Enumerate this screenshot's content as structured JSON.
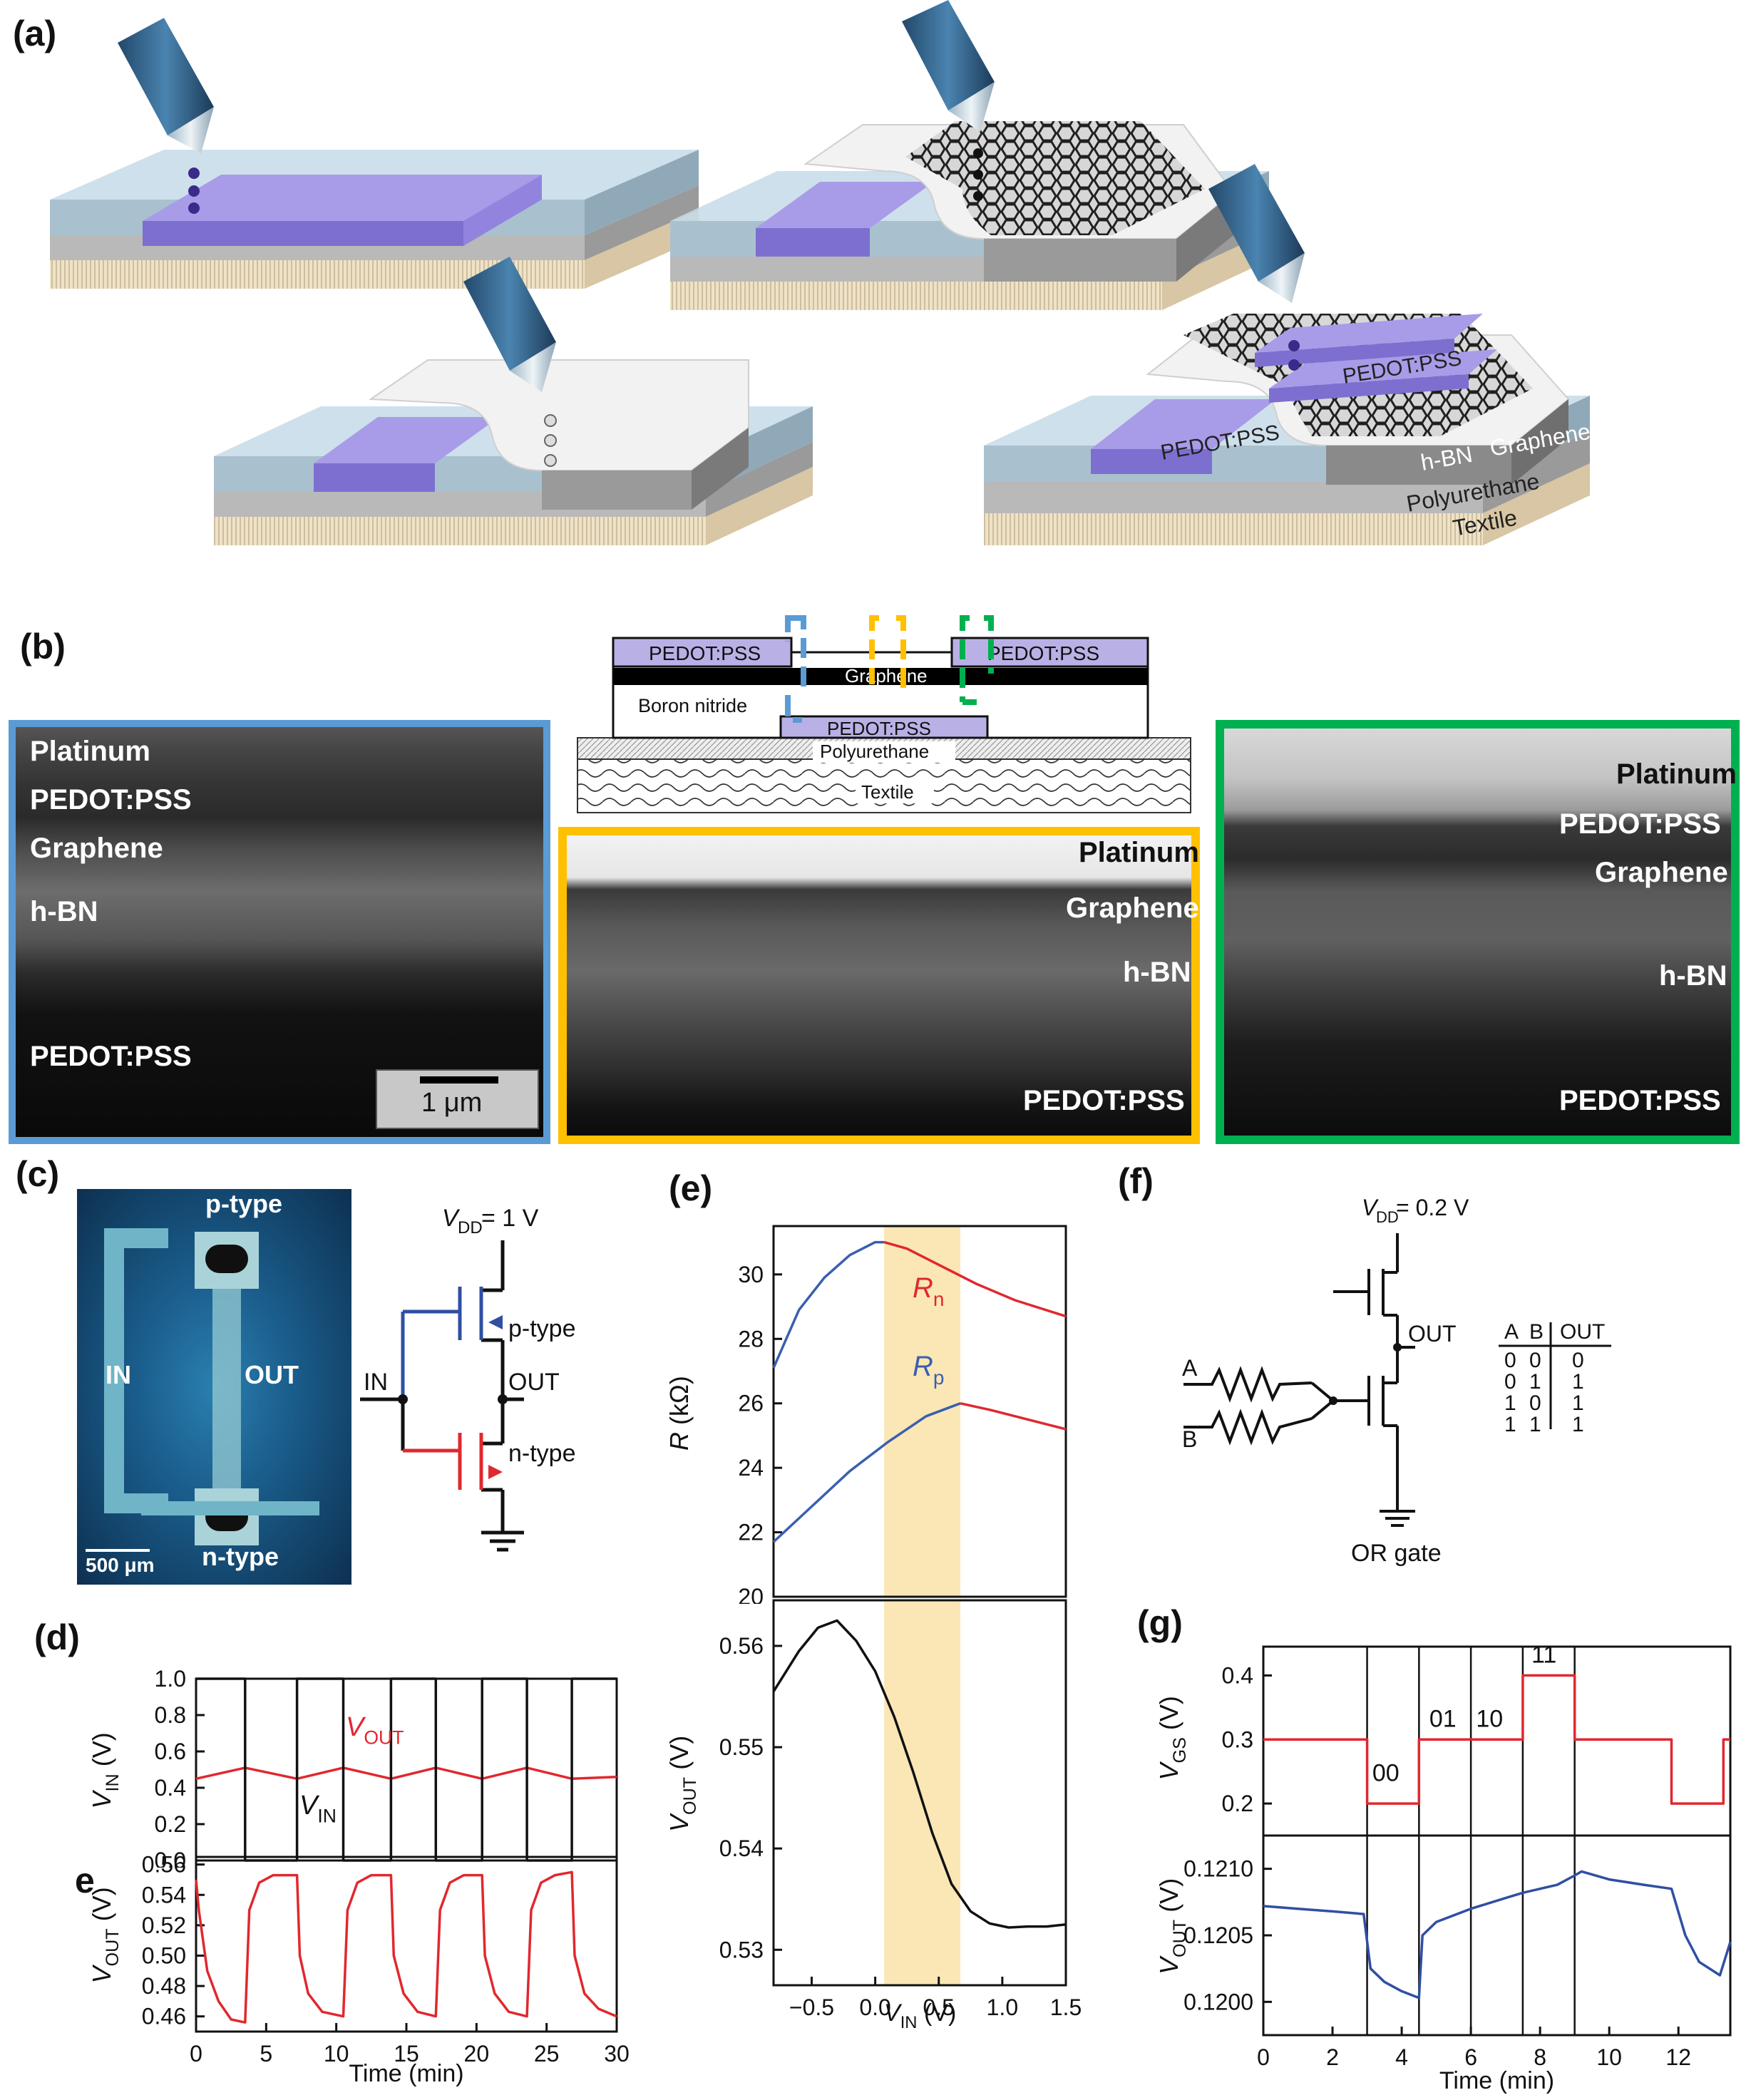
{
  "panel_labels": {
    "a": "(a)",
    "b": "(b)",
    "c": "(c)",
    "d": "(d)",
    "e": "(e)",
    "f": "(f)",
    "g": "(g)"
  },
  "panel_a": {
    "layer_labels": [
      "PEDOT:PSS",
      "PEDOT:PSS",
      "h-BN",
      "Graphene",
      "Polyurethane",
      "Textile"
    ]
  },
  "panel_b": {
    "schematic": {
      "pedot_left": "PEDOT:PSS",
      "pedot_right": "PEDOT:PSS",
      "graphene": "Graphene",
      "boron_nitride": "Boron nitride",
      "pedot_bottom": "PEDOT:PSS",
      "polyurethane": "Polyurethane",
      "textile": "Textile"
    },
    "blue_sem": {
      "platinum": "Platinum",
      "pedot_top": "PEDOT:PSS",
      "graphene": "Graphene",
      "hbn": "h-BN",
      "pedot_bottom": "PEDOT:PSS",
      "scalebar": "1 μm"
    },
    "yellow_sem": {
      "platinum": "Platinum",
      "graphene": "Graphene",
      "hbn": "h-BN",
      "pedot": "PEDOT:PSS"
    },
    "green_sem": {
      "platinum": "Platinum",
      "pedot": "PEDOT:PSS",
      "graphene": "Graphene",
      "hbn": "h-BN",
      "pedot_bottom": "PEDOT:PSS"
    },
    "colors": {
      "blue": "#5b9bd5",
      "yellow": "#ffc000",
      "green": "#00b050"
    }
  },
  "panel_c": {
    "photo": {
      "p_type": "p-type",
      "n_type": "n-type",
      "in": "IN",
      "out": "OUT",
      "scalebar": "500 μm"
    },
    "circuit": {
      "vdd": "V",
      "vdd_sub": "DD",
      "vdd_value": " = 1 V",
      "p_type": "p-type",
      "n_type": "n-type",
      "in": "IN",
      "out": "OUT"
    },
    "colors": {
      "p": "#2f4fa2",
      "n": "#e0282e"
    }
  },
  "panel_f": {
    "vdd": "V",
    "vdd_sub": "DD",
    "vdd_value": " = 0.2 V",
    "a": "A",
    "b": "B",
    "out": "OUT",
    "gate": "OR gate",
    "truth_table": {
      "headers": [
        "A",
        "B",
        "OUT"
      ],
      "rows": [
        [
          "0",
          "0",
          "0"
        ],
        [
          "0",
          "1",
          "1"
        ],
        [
          "1",
          "0",
          "1"
        ],
        [
          "1",
          "1",
          "1"
        ]
      ]
    }
  },
  "chart_data": [
    {
      "id": "d-top",
      "type": "line",
      "xlim": [
        0,
        30
      ],
      "ylim": [
        0,
        1
      ],
      "ylabel": "V",
      "ylabel_sub": "IN",
      "ylabel_unit": " (V)",
      "yticks": [
        "0.0",
        "0.2",
        "0.4",
        "0.6",
        "0.8",
        "1.0"
      ],
      "series": [
        {
          "name": "V_OUT",
          "label": "V",
          "label_sub": "OUT",
          "color": "#e0282e",
          "x": [
            0,
            3.5,
            7.2,
            10.5,
            13.9,
            17.1,
            20.4,
            23.6,
            26.8,
            30
          ],
          "y": [
            0.45,
            0.51,
            0.45,
            0.51,
            0.45,
            0.51,
            0.45,
            0.51,
            0.45,
            0.46
          ]
        },
        {
          "name": "V_IN",
          "label": "V",
          "label_sub": "IN",
          "color": "#111111",
          "x": [
            0,
            3.5,
            3.5,
            7.2,
            7.2,
            10.5,
            10.5,
            13.9,
            13.9,
            17.1,
            17.1,
            20.4,
            20.4,
            23.6,
            23.6,
            26.8,
            26.8,
            30
          ],
          "y": [
            1,
            1,
            0,
            0,
            1,
            1,
            0,
            0,
            1,
            1,
            0,
            0,
            1,
            1,
            0,
            0,
            1,
            1
          ]
        }
      ]
    },
    {
      "id": "d-bottom",
      "type": "line",
      "xlim": [
        0,
        30
      ],
      "ylim": [
        0.45,
        0.565
      ],
      "ylabel": "V",
      "ylabel_sub": "OUT",
      "ylabel_unit": " (V)",
      "xlabel": "Time (min)",
      "xticks": [
        "0",
        "5",
        "10",
        "15",
        "20",
        "25",
        "30"
      ],
      "yticks": [
        "0.46",
        "0.48",
        "0.50",
        "0.52",
        "0.54",
        "0.56"
      ],
      "corner_label": "e",
      "series": [
        {
          "name": "V_OUT",
          "color": "#e0282e",
          "x": [
            0,
            0.2,
            0.8,
            1.6,
            2.5,
            3.5,
            3.8,
            4.5,
            5.5,
            7.2,
            7.4,
            8.0,
            9.0,
            10.5,
            10.8,
            11.5,
            12.5,
            13.9,
            14.1,
            14.8,
            15.8,
            17.1,
            17.4,
            18.1,
            19.1,
            20.4,
            20.6,
            21.3,
            22.3,
            23.6,
            23.9,
            24.6,
            25.6,
            26.8,
            27.0,
            27.7,
            28.7,
            30
          ],
          "y": [
            0.55,
            0.53,
            0.49,
            0.47,
            0.458,
            0.456,
            0.53,
            0.548,
            0.553,
            0.553,
            0.5,
            0.475,
            0.463,
            0.46,
            0.53,
            0.548,
            0.553,
            0.553,
            0.5,
            0.475,
            0.463,
            0.46,
            0.53,
            0.548,
            0.553,
            0.553,
            0.5,
            0.475,
            0.463,
            0.46,
            0.53,
            0.548,
            0.553,
            0.555,
            0.5,
            0.475,
            0.465,
            0.46
          ]
        }
      ]
    },
    {
      "id": "e-top",
      "type": "line",
      "xlim": [
        -0.8,
        1.5
      ],
      "ylim": [
        20,
        31.5
      ],
      "ylabel": "R",
      "ylabel_unit": " (kΩ)",
      "yticks": [
        "20",
        "22",
        "24",
        "26",
        "28",
        "30"
      ],
      "highlight_x": [
        0.07,
        0.67
      ],
      "highlight_color": "#fbe7b5",
      "series": [
        {
          "name": "R_n",
          "label": "R",
          "label_sub": "n",
          "color": "#e0282e",
          "x": [
            0.07,
            0.25,
            0.5,
            0.8,
            1.1,
            1.5
          ],
          "y": [
            31.0,
            30.8,
            30.3,
            29.7,
            29.2,
            28.7
          ]
        },
        {
          "name": "R_n (up-sweep)",
          "color": "#3a5fb0",
          "x": [
            -0.8,
            -0.6,
            -0.4,
            -0.2,
            0.0,
            0.07
          ],
          "y": [
            27.1,
            28.9,
            29.9,
            30.6,
            31.0,
            31.0
          ]
        },
        {
          "name": "R_p",
          "label": "R",
          "label_sub": "p",
          "color": "#3a5fb0",
          "x": [
            -0.8,
            -0.5,
            -0.2,
            0.1,
            0.4,
            0.67
          ],
          "y": [
            21.7,
            22.8,
            23.9,
            24.8,
            25.6,
            26.0
          ]
        },
        {
          "name": "R_p (down-sweep)",
          "color": "#e0282e",
          "x": [
            0.67,
            0.9,
            1.2,
            1.5
          ],
          "y": [
            26.0,
            25.8,
            25.5,
            25.2
          ]
        }
      ]
    },
    {
      "id": "e-bottom",
      "type": "line",
      "xlim": [
        -0.8,
        1.5
      ],
      "ylim": [
        0.5265,
        0.5645
      ],
      "ylabel": "V",
      "ylabel_sub": "OUT",
      "ylabel_unit": " (V)",
      "xlabel": "V",
      "xlabel_sub": "IN",
      "xlabel_unit": " (V)",
      "xticks": [
        "−0.5",
        "0.0",
        "0.5",
        "1.0",
        "1.5"
      ],
      "xtick_values": [
        -0.5,
        0,
        0.5,
        1.0,
        1.5
      ],
      "yticks": [
        "0.53",
        "0.54",
        "0.55",
        "0.56"
      ],
      "highlight_x": [
        0.07,
        0.67
      ],
      "highlight_color": "#fbe7b5",
      "series": [
        {
          "name": "V_OUT",
          "color": "#111111",
          "x": [
            -0.8,
            -0.6,
            -0.45,
            -0.3,
            -0.15,
            0.0,
            0.15,
            0.3,
            0.45,
            0.6,
            0.75,
            0.9,
            1.05,
            1.2,
            1.35,
            1.5
          ],
          "y": [
            0.5555,
            0.5595,
            0.5618,
            0.5625,
            0.5605,
            0.5575,
            0.553,
            0.5475,
            0.5415,
            0.5365,
            0.5338,
            0.5326,
            0.5322,
            0.5323,
            0.5323,
            0.5325
          ]
        }
      ]
    },
    {
      "id": "g-top",
      "type": "line",
      "xlim": [
        0,
        13.5
      ],
      "ylim": [
        0.15,
        0.445
      ],
      "ylabel": "V",
      "ylabel_sub": "GS",
      "ylabel_unit": " (V)",
      "yticks": [
        "0.2",
        "0.3",
        "0.4"
      ],
      "vlines": [
        3.0,
        4.5,
        6.0,
        7.5,
        9.0
      ],
      "state_labels": [
        "00",
        "01",
        "10",
        "11"
      ],
      "series": [
        {
          "name": "V_GS",
          "color": "#e0282e",
          "x": [
            0,
            3.0,
            3.0,
            4.5,
            4.5,
            7.5,
            7.5,
            9.0,
            9.0,
            11.8,
            11.8,
            13.3,
            13.3,
            13.5
          ],
          "y": [
            0.3,
            0.3,
            0.2,
            0.2,
            0.3,
            0.3,
            0.4,
            0.4,
            0.3,
            0.3,
            0.2,
            0.2,
            0.3,
            0.3
          ]
        }
      ]
    },
    {
      "id": "g-bottom",
      "type": "line",
      "xlim": [
        0,
        13.5
      ],
      "ylim": [
        0.11975,
        0.12125
      ],
      "ylabel": "V",
      "ylabel_sub": "OUT",
      "ylabel_unit": " (V)",
      "xlabel": "Time (min)",
      "xticks": [
        "0",
        "2",
        "4",
        "6",
        "8",
        "10",
        "12"
      ],
      "xtick_values": [
        0,
        2,
        4,
        6,
        8,
        10,
        12
      ],
      "yticks": [
        "0.1200",
        "0.1205",
        "0.1210"
      ],
      "vlines": [
        3.0,
        4.5,
        6.0,
        7.5,
        9.0
      ],
      "series": [
        {
          "name": "V_OUT",
          "color": "#2f4fa2",
          "x": [
            0,
            1.0,
            2.0,
            2.9,
            3.1,
            3.5,
            4.0,
            4.5,
            4.6,
            5.0,
            6.0,
            7.0,
            7.5,
            8.5,
            9.0,
            9.2,
            10.0,
            11.0,
            11.8,
            12.2,
            12.6,
            13.2,
            13.5
          ],
          "y": [
            0.12072,
            0.1207,
            0.12068,
            0.12066,
            0.12025,
            0.12015,
            0.12008,
            0.12003,
            0.1205,
            0.1206,
            0.1207,
            0.12078,
            0.12082,
            0.12088,
            0.12095,
            0.12098,
            0.12092,
            0.12088,
            0.12085,
            0.1205,
            0.1203,
            0.1202,
            0.12045
          ]
        }
      ]
    }
  ]
}
